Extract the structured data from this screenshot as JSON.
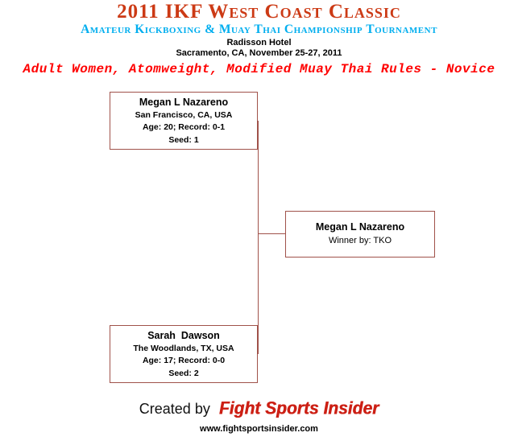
{
  "header": {
    "title": "2011 IKF West Coast Classic",
    "subtitle": "Amateur Kickboxing & Muay Thai Championship Tournament",
    "venue": "Radisson Hotel",
    "location_date": "Sacramento, CA, November 25-27, 2011",
    "division": "Adult Women, Atomweight, Modified Muay Thai Rules - Novice"
  },
  "bracket": {
    "competitor1": {
      "name": "Megan L Nazareno",
      "location": "San Francisco, CA, USA",
      "age_record": "Age: 20; Record: 0-1",
      "seed": "Seed: 1"
    },
    "competitor2": {
      "name": "Sarah  Dawson",
      "location": "The Woodlands, TX, USA",
      "age_record": "Age: 17; Record: 0-0",
      "seed": "Seed: 2"
    },
    "winner": {
      "name": "Megan L Nazareno",
      "method": "Winner by: TKO"
    }
  },
  "footer": {
    "created_by": "Created by",
    "brand": "Fight Sports Insider",
    "website": "www.fightsportsinsider.com"
  },
  "colors": {
    "title_red": "#cc3a15",
    "subtitle_cyan": "#00aeef",
    "division_red": "#ff0000",
    "bracket_line": "#a0524a",
    "brand_red": "#cc1f14"
  }
}
